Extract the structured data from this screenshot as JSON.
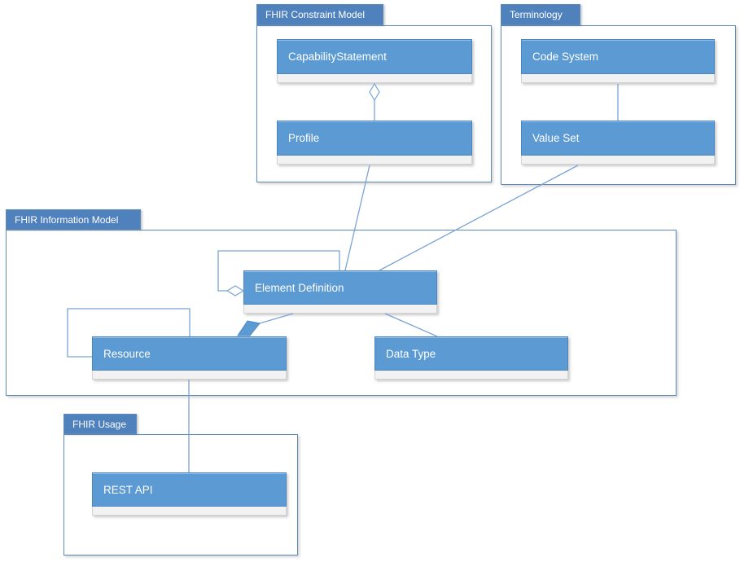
{
  "colors": {
    "background": "#ffffff",
    "box_fill": "#5b9ad2",
    "box_border": "#4c86c0",
    "tab_fill": "#4f81bd",
    "pkg_border": "#5e8cba",
    "strip_fill": "#f2f2f2",
    "strip_border": "#d4d4d4",
    "connector": "#7aa4d6",
    "label": "#ffffff"
  },
  "diagram": {
    "packages": [
      {
        "label": "FHIR Constraint Model"
      },
      {
        "label": "Terminology"
      },
      {
        "label": "FHIR Information Model"
      },
      {
        "label": "FHIR Usage"
      }
    ],
    "classes": [
      {
        "label": "CapabilityStatement",
        "package": "FHIR Constraint Model"
      },
      {
        "label": "Profile",
        "package": "FHIR Constraint Model"
      },
      {
        "label": "Code System",
        "package": "Terminology"
      },
      {
        "label": "Value Set",
        "package": "Terminology"
      },
      {
        "label": "Element Definition",
        "package": "FHIR Information Model"
      },
      {
        "label": "Resource",
        "package": "FHIR Information Model"
      },
      {
        "label": "Data Type",
        "package": "FHIR Information Model"
      },
      {
        "label": "REST API",
        "package": "FHIR Usage"
      }
    ],
    "connectors": [
      {
        "from": "CapabilityStatement",
        "to": "Profile",
        "marker": "open-diamond",
        "marker_at": "CapabilityStatement"
      },
      {
        "from": "Code System",
        "to": "Value Set",
        "marker": "none"
      },
      {
        "from": "Profile",
        "to": "Element Definition",
        "marker": "none"
      },
      {
        "from": "Value Set",
        "to": "Element Definition",
        "marker": "none"
      },
      {
        "from": "Element Definition",
        "to": "Element Definition",
        "kind": "self-loop",
        "marker": "open-diamond",
        "marker_at": "Element Definition"
      },
      {
        "from": "Element Definition",
        "to": "Resource",
        "marker": "filled-diamond",
        "marker_at": "Resource"
      },
      {
        "from": "Element Definition",
        "to": "Data Type",
        "marker": "none"
      },
      {
        "from": "Resource",
        "to": "Resource",
        "kind": "self-loop",
        "marker": "none"
      },
      {
        "from": "Resource",
        "to": "REST API",
        "marker": "none"
      }
    ]
  }
}
